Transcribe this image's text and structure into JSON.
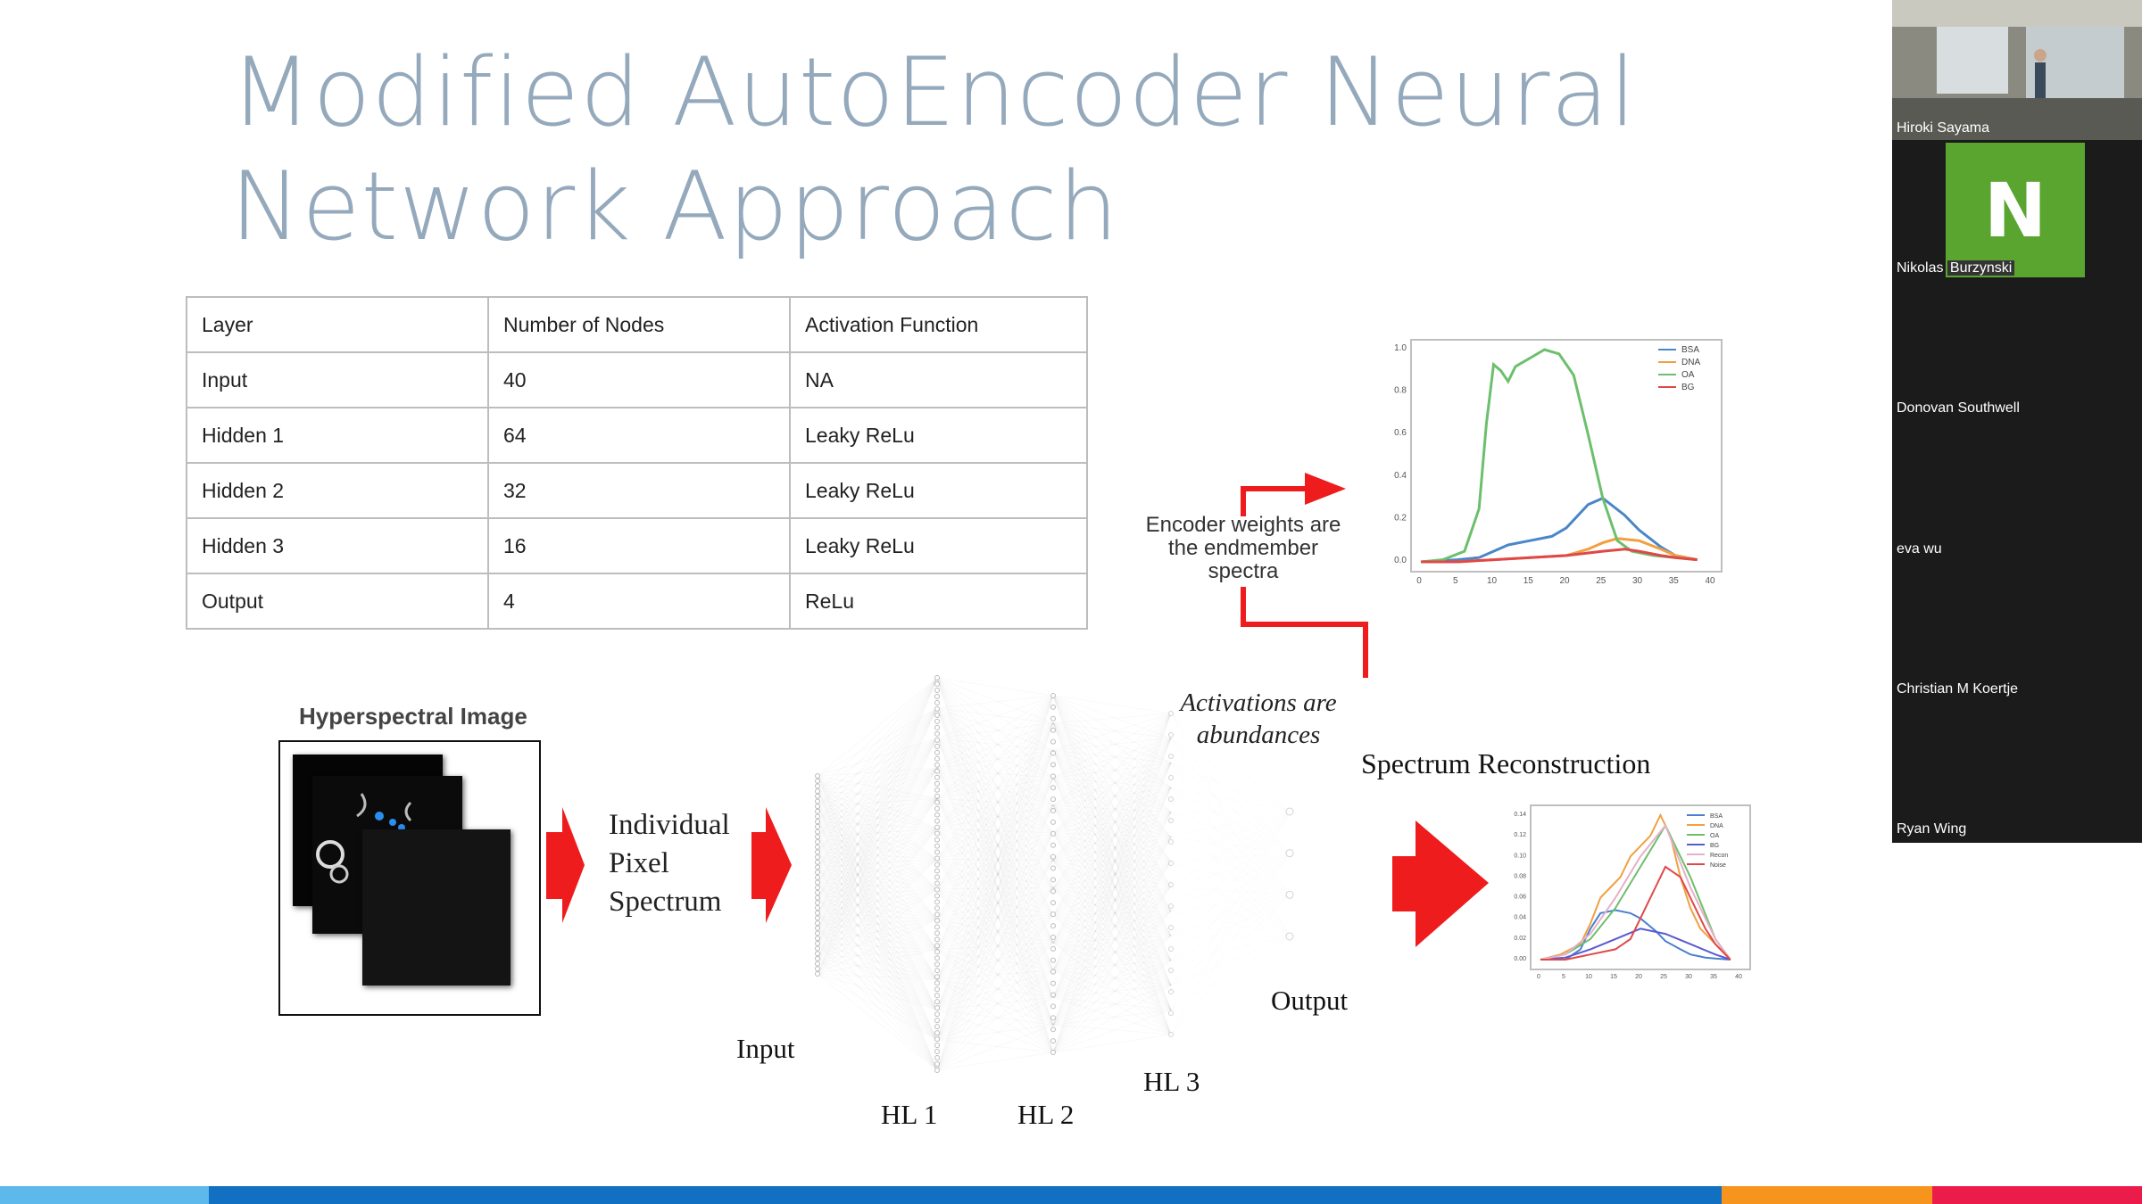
{
  "slide": {
    "title_lines": [
      "Modified AutoEncoder Neural",
      "Network Approach"
    ],
    "table": {
      "headers": [
        "Layer",
        "Number of Nodes",
        "Activation Function"
      ],
      "rows": [
        [
          "Input",
          "40",
          "NA"
        ],
        [
          "Hidden 1",
          "64",
          "Leaky ReLu"
        ],
        [
          "Hidden 2",
          "32",
          "Leaky ReLu"
        ],
        [
          "Hidden 3",
          "16",
          "Leaky ReLu"
        ],
        [
          "Output",
          "4",
          "ReLu"
        ]
      ]
    },
    "encoder_note": "Encoder weights are the endmember spectra",
    "activation_note": "Activations are abundances",
    "hyperspectral_label": "Hyperspectral Image",
    "pixel_label_lines": [
      "Individual",
      "Pixel",
      "Spectrum"
    ],
    "network_labels": {
      "input": "Input",
      "hl1": "HL 1",
      "hl2": "HL 2",
      "hl3": "HL 3",
      "output": "Output"
    },
    "reconstruction_label": "Spectrum Reconstruction",
    "colors": {
      "title": "#95a9bc",
      "arrow_red": "#ee1c1c",
      "bar": [
        "#5db8ec",
        "#1170c2",
        "#f7941d",
        "#ec1c4a"
      ]
    }
  },
  "chart_data": [
    {
      "type": "line",
      "title": "",
      "xlabel": "",
      "ylabel": "",
      "xlim": [
        0,
        40
      ],
      "ylim": [
        0,
        1.0
      ],
      "x_ticks": [
        "0",
        "5",
        "10",
        "15",
        "20",
        "25",
        "30",
        "35",
        "40"
      ],
      "y_ticks": [
        "0.0",
        "0.2",
        "0.4",
        "0.6",
        "0.8",
        "1.0"
      ],
      "legend_position": "top-right",
      "series": [
        {
          "name": "BSA",
          "color": "#4a86c8",
          "x": [
            0,
            5,
            8,
            10,
            12,
            15,
            18,
            20,
            23,
            25,
            28,
            30,
            33,
            35,
            38
          ],
          "y": [
            0.0,
            0.01,
            0.02,
            0.05,
            0.08,
            0.1,
            0.12,
            0.16,
            0.27,
            0.3,
            0.22,
            0.15,
            0.07,
            0.03,
            0.01
          ]
        },
        {
          "name": "DNA",
          "color": "#f0a040",
          "x": [
            0,
            5,
            10,
            15,
            20,
            23,
            25,
            27,
            30,
            33,
            35,
            38
          ],
          "y": [
            0.0,
            0.0,
            0.01,
            0.02,
            0.03,
            0.06,
            0.09,
            0.11,
            0.1,
            0.06,
            0.03,
            0.01
          ]
        },
        {
          "name": "OA",
          "color": "#6cbf6c",
          "x": [
            0,
            3,
            6,
            8,
            9,
            10,
            11,
            12,
            13,
            15,
            17,
            19,
            21,
            23,
            25,
            27,
            29,
            32,
            35,
            38
          ],
          "y": [
            0.0,
            0.01,
            0.05,
            0.25,
            0.65,
            0.93,
            0.9,
            0.85,
            0.92,
            0.96,
            1.0,
            0.98,
            0.88,
            0.6,
            0.3,
            0.1,
            0.05,
            0.03,
            0.02,
            0.01
          ]
        },
        {
          "name": "BG",
          "color": "#e04848",
          "x": [
            0,
            5,
            10,
            15,
            20,
            25,
            28,
            30,
            33,
            35,
            38
          ],
          "y": [
            0.0,
            0.0,
            0.01,
            0.02,
            0.03,
            0.05,
            0.06,
            0.05,
            0.03,
            0.02,
            0.01
          ]
        }
      ]
    },
    {
      "type": "line",
      "title": "",
      "xlabel": "",
      "ylabel": "",
      "xlim": [
        0,
        40
      ],
      "ylim": [
        0,
        0.14
      ],
      "x_ticks": [
        "0",
        "5",
        "10",
        "15",
        "20",
        "25",
        "30",
        "35",
        "40"
      ],
      "y_ticks": [
        "0.00",
        "0.02",
        "0.04",
        "0.06",
        "0.08",
        "0.10",
        "0.12",
        "0.14"
      ],
      "legend_position": "top-right",
      "series": [
        {
          "name": "BSA",
          "color": "#4a7fd0",
          "x": [
            0,
            5,
            8,
            10,
            12,
            15,
            18,
            20,
            23,
            25,
            28,
            30,
            33,
            35,
            38
          ],
          "y": [
            0.0,
            0.0,
            0.01,
            0.03,
            0.045,
            0.048,
            0.045,
            0.04,
            0.028,
            0.018,
            0.01,
            0.005,
            0.002,
            0.001,
            0.0
          ]
        },
        {
          "name": "DNA",
          "color": "#f0a040",
          "x": [
            0,
            4,
            8,
            10,
            12,
            14,
            16,
            18,
            20,
            22,
            24,
            26,
            28,
            30,
            32,
            35,
            38
          ],
          "y": [
            0.0,
            0.005,
            0.015,
            0.035,
            0.06,
            0.07,
            0.08,
            0.1,
            0.11,
            0.12,
            0.14,
            0.12,
            0.08,
            0.05,
            0.03,
            0.015,
            0.0
          ]
        },
        {
          "name": "OA",
          "color": "#6cbf6c",
          "x": [
            0,
            5,
            10,
            15,
            20,
            25,
            30,
            35,
            38
          ],
          "y": [
            0.0,
            0.005,
            0.02,
            0.05,
            0.09,
            0.13,
            0.08,
            0.02,
            0.0
          ]
        },
        {
          "name": "BG",
          "color": "#5a5ad0",
          "x": [
            0,
            5,
            10,
            15,
            20,
            25,
            30,
            35,
            38
          ],
          "y": [
            0.0,
            0.002,
            0.01,
            0.02,
            0.03,
            0.025,
            0.015,
            0.005,
            0.0
          ]
        },
        {
          "name": "Recon",
          "color": "#e6b0c8",
          "x": [
            0,
            5,
            10,
            15,
            20,
            25,
            30,
            35,
            38
          ],
          "y": [
            0.0,
            0.005,
            0.025,
            0.06,
            0.1,
            0.13,
            0.07,
            0.02,
            0.0
          ]
        },
        {
          "name": "Noise",
          "color": "#e04848",
          "x": [
            0,
            5,
            10,
            15,
            18,
            20,
            23,
            25,
            28,
            30,
            33,
            35,
            38
          ],
          "y": [
            0.0,
            0.0,
            0.005,
            0.01,
            0.02,
            0.04,
            0.07,
            0.09,
            0.08,
            0.06,
            0.03,
            0.015,
            0.0
          ]
        }
      ]
    }
  ],
  "participants": [
    {
      "name": "Hiroki Sayama",
      "type": "video"
    },
    {
      "name_first": "Nikolas",
      "name_last": "Burzynski",
      "avatar_letter": "N",
      "avatar_color": "#5aa430"
    },
    {
      "name": "Donovan Southwell"
    },
    {
      "name": "eva wu"
    },
    {
      "name": "Christian M Koertje"
    },
    {
      "name": "Ryan Wing"
    }
  ]
}
